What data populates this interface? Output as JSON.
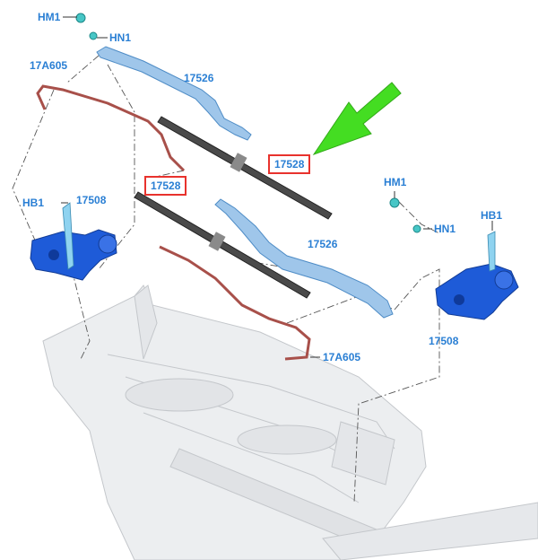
{
  "colors": {
    "label": "#2a7fd4",
    "highlight_box": "#e8322d",
    "arrow": "#44dd22",
    "motor": "#1e5bd8",
    "wiper_arm": "#8fbce6",
    "hose": "#a8504a",
    "blade": "#3a3a3a",
    "cowl": "#cfd2d6"
  },
  "icons": {
    "arrow": "green-pointer-arrow"
  },
  "callouts": {
    "hm1_top": "HM1",
    "hn1_top": "HN1",
    "hose_left": "17A605",
    "arm_upper": "17526",
    "blade_upper": "17528",
    "blade_lower": "17528",
    "hb1_left": "HB1",
    "motor_left": "17508",
    "hm1_right": "HM1",
    "hn1_right": "HN1",
    "hb1_right": "HB1",
    "arm_lower": "17526",
    "motor_right": "17508",
    "hose_right": "17A605"
  }
}
